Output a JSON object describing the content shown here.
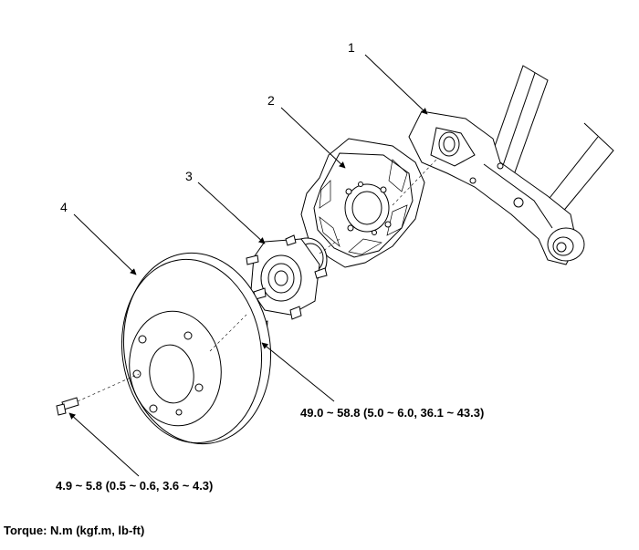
{
  "callouts": {
    "c1": "1",
    "c2": "2",
    "c3": "3",
    "c4": "4"
  },
  "torque_values": {
    "hub_bolt": "49.0 ~ 58.8 (5.0 ~ 6.0, 36.1 ~ 43.3)",
    "disc_screw": "4.9 ~ 5.8 (0.5 ~ 0.6, 3.6 ~ 4.3)"
  },
  "legend": {
    "torque_units": "Torque: N.m (kgf.m, lb-ft)"
  }
}
